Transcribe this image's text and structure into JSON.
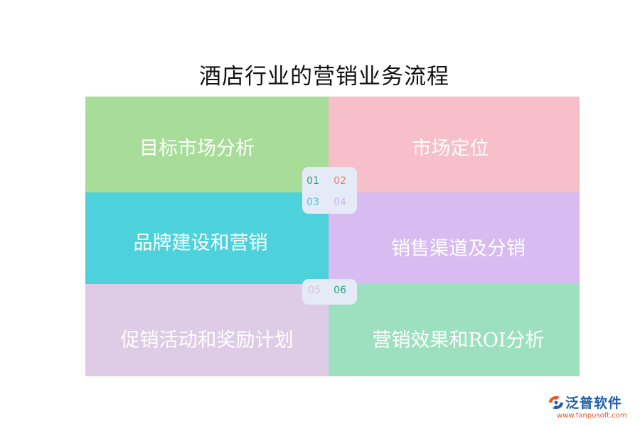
{
  "title": "酒店行业的营销业务流程",
  "steps": [
    {
      "label": "目标市场分析",
      "color": "#a8dd99"
    },
    {
      "label": "市场定位",
      "color": "#f6bfc9"
    },
    {
      "label": "品牌建设和营销",
      "color": "#4dd2dc"
    },
    {
      "label": "销售渠道及分销",
      "color": "#d7bbf1"
    },
    {
      "label": "促销活动和奖励计划",
      "color": "#decce6"
    },
    {
      "label": "营销效果和ROI分析",
      "color": "#9de0bf"
    }
  ],
  "badges": {
    "top": [
      "01",
      "02",
      "03",
      "04"
    ],
    "bottom": [
      "05",
      "06"
    ],
    "colors": [
      "#2f9e73",
      "#ef7f6e",
      "#4ac7d6",
      "#cfb4ee",
      "#d2c4e3",
      "#2f9e73"
    ]
  },
  "logo": {
    "name": "泛普软件",
    "url": "www.fanpusoft.com",
    "color": "#1f5fa8",
    "accent": "#e05a2a"
  }
}
